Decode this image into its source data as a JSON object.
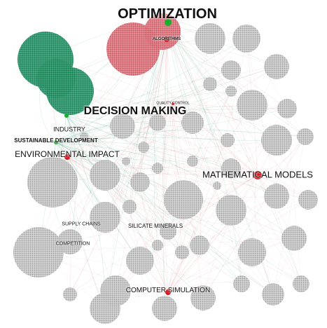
{
  "labels": {
    "optimization": "OPTIMIZATION",
    "algorithms": "ALGORITHMS",
    "quality_control": "QUALITY CONTROL",
    "decision_making": "DECISION MAKING",
    "industry": "INDUSTRY",
    "sustainable_development": "SUSTAINABLE DEVELOPMENT",
    "environmental_impact": "ENVIRONMENTAL IMPACT",
    "mathematical_models": "MATHEMATICAL MODELS",
    "supply_chains": "SUPPLY CHAINS",
    "silicate_minerals": "SILICATE MINERALS",
    "competition": "COMPETITION",
    "computer_simulation": "COMPUTER SIMULATION"
  },
  "colors": {
    "green_cluster": "#2e9e6e",
    "red_cluster": "#d9646e",
    "gray_cluster": "#bdbdbd",
    "edge_green": "#3aa07a",
    "edge_red": "#e08a92",
    "node_red": "#e0101a",
    "node_green": "#18b02a"
  }
}
